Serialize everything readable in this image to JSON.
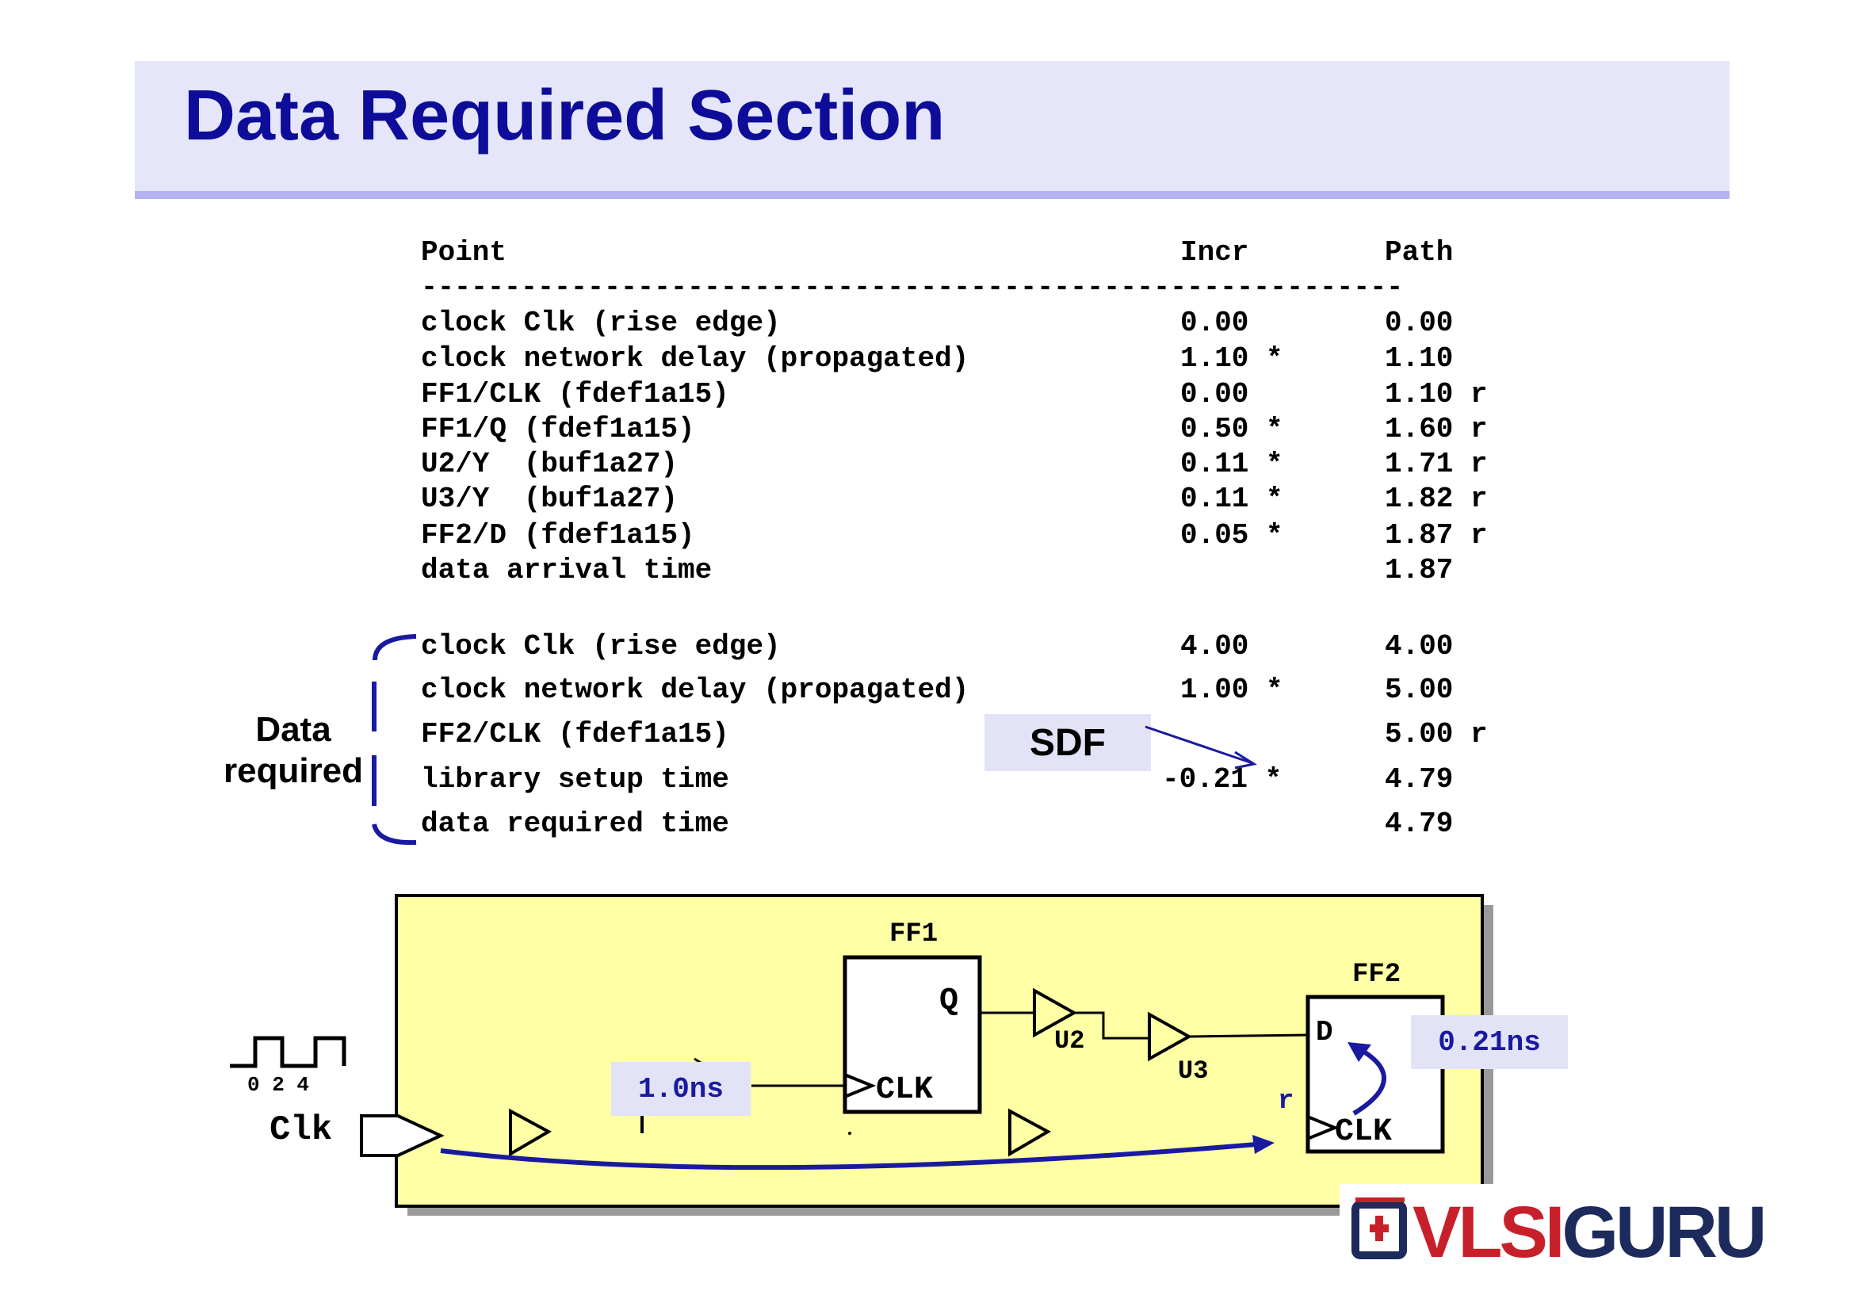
{
  "title": "Data Required Section",
  "table": {
    "headers": {
      "point": "Point",
      "incr": "Incr",
      "path": "Path"
    },
    "separator": "-----------------------------------------------------------",
    "arrival_rows": [
      {
        "point": "clock Clk (rise edge)",
        "incr": "0.00",
        "path": "0.00"
      },
      {
        "point": "clock network delay (propagated)",
        "incr": "1.10 *",
        "path": "1.10"
      },
      {
        "point": "FF1/CLK (fdef1a15)",
        "incr": "0.00",
        "path": "1.10 r"
      },
      {
        "point": "FF1/Q (fdef1a15)",
        "incr": "0.50 *",
        "path": "1.60 r"
      },
      {
        "point": "U2/Y  (buf1a27)",
        "incr": "0.11 *",
        "path": "1.71 r"
      },
      {
        "point": "U3/Y  (buf1a27)",
        "incr": "0.11 *",
        "path": "1.82 r"
      },
      {
        "point": "FF2/D (fdef1a15)",
        "incr": "0.05 *",
        "path": "1.87 r"
      },
      {
        "point": "data arrival time",
        "incr": "",
        "path": "1.87"
      }
    ],
    "required_rows": [
      {
        "point": "clock Clk (rise edge)",
        "incr": "4.00",
        "path": "4.00"
      },
      {
        "point": "clock network delay (propagated)",
        "incr": "1.00 *",
        "path": "5.00"
      },
      {
        "point": "FF2/CLK (fdef1a15)",
        "incr": "",
        "path": "5.00 r"
      },
      {
        "point": "library setup time",
        "incr": "-0.21 *",
        "path": "4.79"
      },
      {
        "point": "data required time",
        "incr": "",
        "path": "4.79"
      }
    ]
  },
  "annotations": {
    "data_required_line1": "Data",
    "data_required_line2": "required",
    "sdf": "SDF",
    "delay_1": "1.0ns",
    "delay_2": "0.21ns"
  },
  "schematic": {
    "ff1_label": "FF1",
    "ff2_label": "FF2",
    "q_pin": "Q",
    "d_pin": "D",
    "clk_pin_ff1": "CLK",
    "clk_pin_ff2": "CLK",
    "u2_label": "U2",
    "u3_label": "U3",
    "rise_marker": "r",
    "clk_input": "Clk",
    "waveform_ticks": "0 2 4"
  },
  "logo": {
    "part1": "VLSI",
    "part2": "GURU"
  },
  "colors": {
    "title": "#0d0d99",
    "title_bar": "#e6e6fb",
    "accent_blue": "#1a1aa0",
    "schematic_fill": "#ffffa6",
    "logo_red": "#c8202a",
    "logo_navy": "#1c2a5c"
  }
}
